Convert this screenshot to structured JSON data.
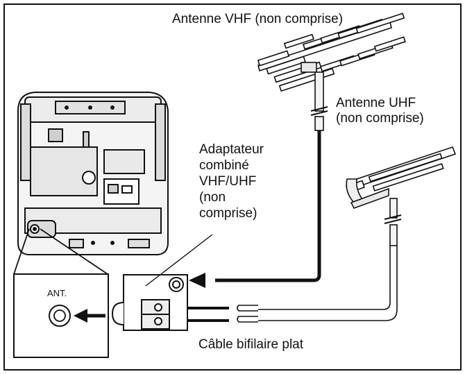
{
  "labels": {
    "vhf_antenna": "Antenne VHF (non comprise)",
    "uhf_antenna_line1": "Antenne UHF",
    "uhf_antenna_line2": "(non comprise)",
    "adapter_line1": "Adaptateur",
    "adapter_line2": "combiné",
    "adapter_line3": "VHF/UHF",
    "adapter_line4": "(non",
    "adapter_line5": "comprise)",
    "twin_lead_cable": "Câble bifilaire plat",
    "ant_jack": "ANT."
  },
  "colors": {
    "line": "#111111",
    "background": "#ffffff",
    "panel_fill": "#f2f2f2",
    "panel_dark": "#d9d9d9"
  },
  "icons": {
    "tv_rear": "tv-rear-panel-icon",
    "vhf_antenna": "yagi-antenna-icon",
    "uhf_antenna": "uhf-antenna-icon",
    "adapter": "combiner-adapter-icon",
    "ant_jack": "coax-jack-icon",
    "arrow": "arrow-icon"
  }
}
